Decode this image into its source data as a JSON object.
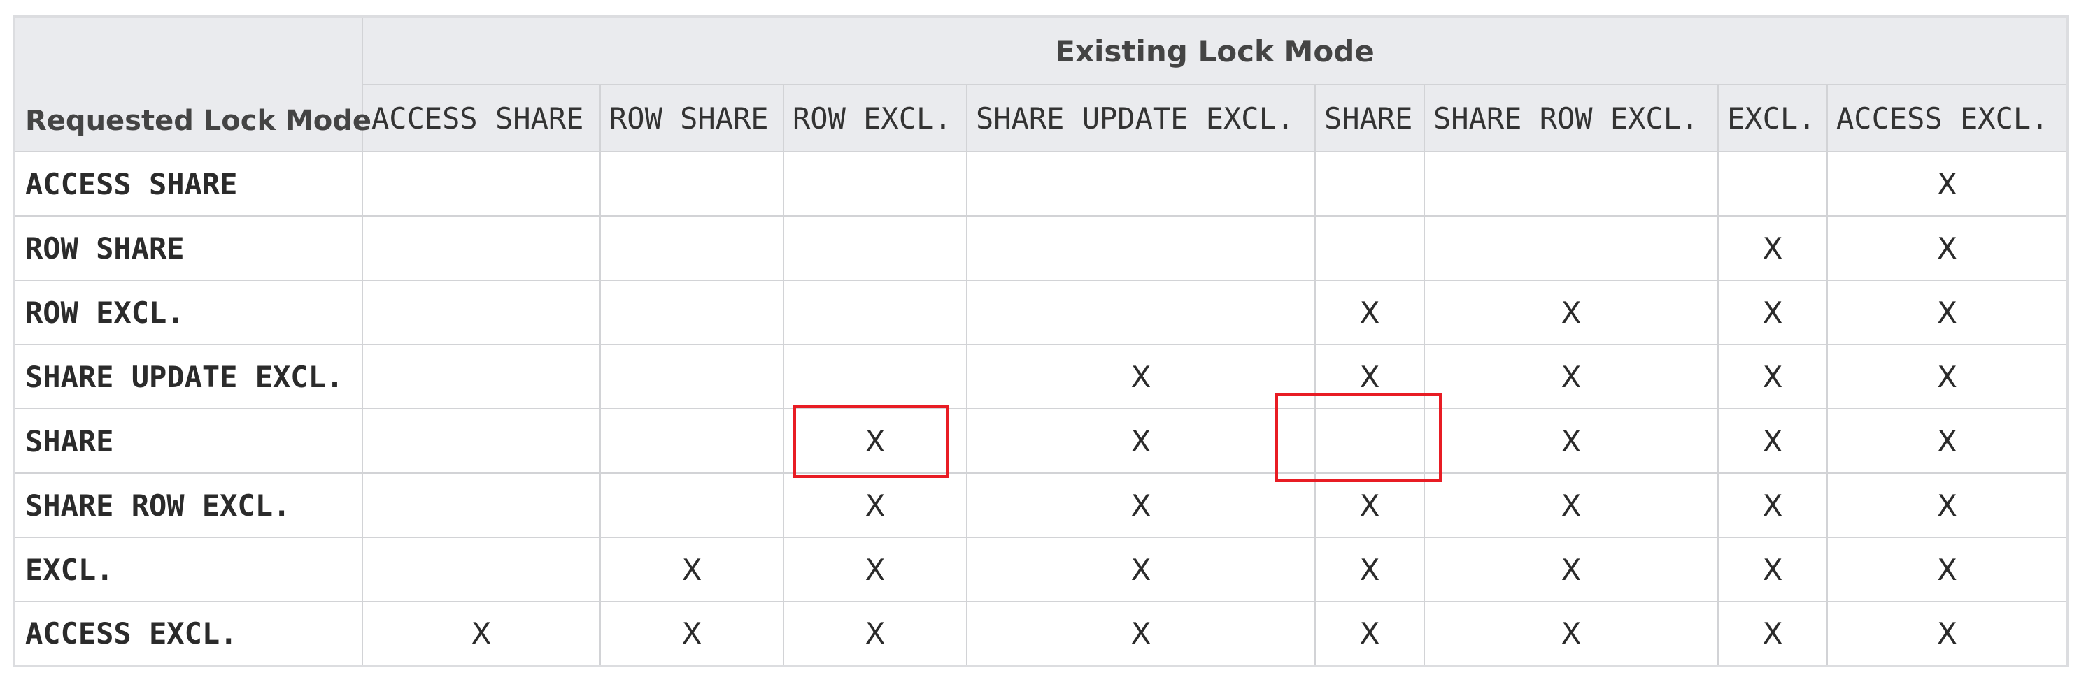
{
  "table": {
    "group_header": "Existing Lock Mode",
    "row_header_label": "Requested Lock Mode",
    "columns": [
      "ACCESS SHARE",
      "ROW SHARE",
      "ROW EXCL.",
      "SHARE UPDATE EXCL.",
      "SHARE",
      "SHARE ROW EXCL.",
      "EXCL.",
      "ACCESS EXCL."
    ],
    "rows": [
      {
        "label": "ACCESS SHARE",
        "cells": [
          "",
          "",
          "",
          "",
          "",
          "",
          "",
          "X"
        ]
      },
      {
        "label": "ROW SHARE",
        "cells": [
          "",
          "",
          "",
          "",
          "",
          "",
          "X",
          "X"
        ]
      },
      {
        "label": "ROW EXCL.",
        "cells": [
          "",
          "",
          "",
          "",
          "X",
          "X",
          "X",
          "X"
        ]
      },
      {
        "label": "SHARE UPDATE EXCL.",
        "cells": [
          "",
          "",
          "",
          "X",
          "X",
          "X",
          "X",
          "X"
        ]
      },
      {
        "label": "SHARE",
        "cells": [
          "",
          "",
          "X",
          "X",
          "",
          "X",
          "X",
          "X"
        ]
      },
      {
        "label": "SHARE ROW EXCL.",
        "cells": [
          "",
          "",
          "X",
          "X",
          "X",
          "X",
          "X",
          "X"
        ]
      },
      {
        "label": "EXCL.",
        "cells": [
          "",
          "X",
          "X",
          "X",
          "X",
          "X",
          "X",
          "X"
        ]
      },
      {
        "label": "ACCESS EXCL.",
        "cells": [
          "X",
          "X",
          "X",
          "X",
          "X",
          "X",
          "X",
          "X"
        ]
      }
    ]
  },
  "annotations": {
    "highlight_color": "#e81c24",
    "highlights": [
      {
        "row": "SHARE",
        "column": "ROW EXCL."
      },
      {
        "row": "SHARE",
        "column": "SHARE"
      }
    ]
  }
}
